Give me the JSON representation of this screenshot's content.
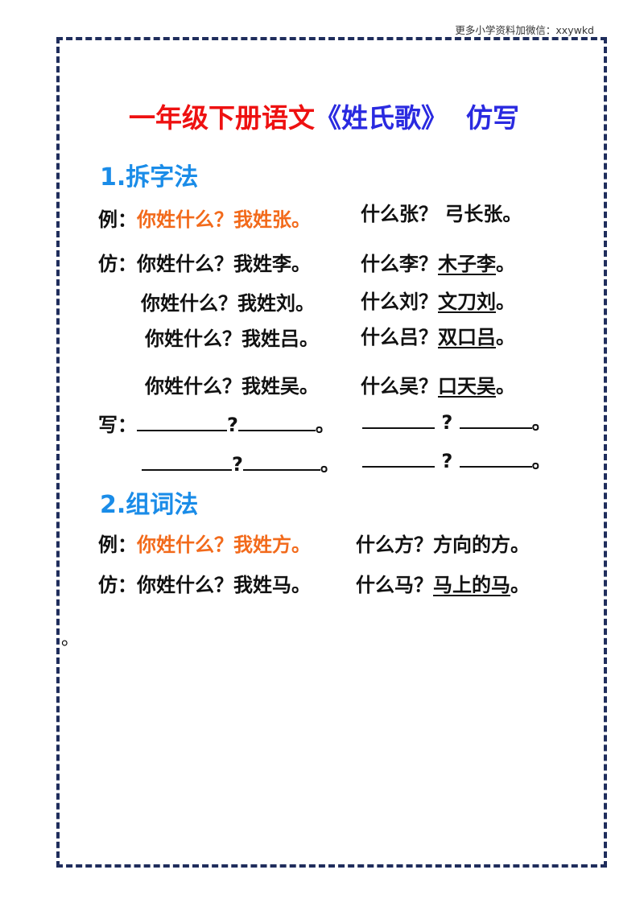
{
  "header_note": "更多小学资料加微信：xxywkd",
  "title": {
    "part1": "一年级下册语文",
    "part2": "《姓氏歌》",
    "part3": "仿写"
  },
  "section1": {
    "heading": "1.拆字法",
    "example": {
      "label": "例：",
      "q": "你姓什么？我姓张。",
      "a": "什么张？ 弓长张。"
    },
    "imitate_label": "仿：",
    "rows": [
      {
        "q": "你姓什么？我姓李。",
        "a_prefix": "什么李？",
        "a_answer": "木子李",
        "end": "。"
      },
      {
        "q": "你姓什么？我姓刘。",
        "a_prefix": "什么刘？",
        "a_answer": "文刀刘",
        "end": "。"
      },
      {
        "q": "你姓什么？我姓吕。",
        "a_prefix": "什么吕？",
        "a_answer": "双口吕",
        "end": "。"
      },
      {
        "q": "你姓什么？我姓吴。",
        "a_prefix": "什么吴？",
        "a_answer": "口天吴",
        "end": "。"
      }
    ],
    "write_label": "写：",
    "qmark": "?",
    "period": "。"
  },
  "section2": {
    "heading": "2.组词法",
    "example": {
      "label": "例：",
      "q": "你姓什么？我姓方。",
      "a": "什么方？方向的方。"
    },
    "imitate": {
      "label": "仿：",
      "q": "你姓什么？我姓马。",
      "a_prefix": "什么马？",
      "a_answer": "马上的马",
      "end": "。"
    }
  },
  "stray_mark": "。",
  "colors": {
    "title_red": "#ee1111",
    "title_blue": "#2a2ae0",
    "example_orange": "#f26a1b",
    "section_blue": "#1a8ce8",
    "border": "#1f2d5c"
  }
}
